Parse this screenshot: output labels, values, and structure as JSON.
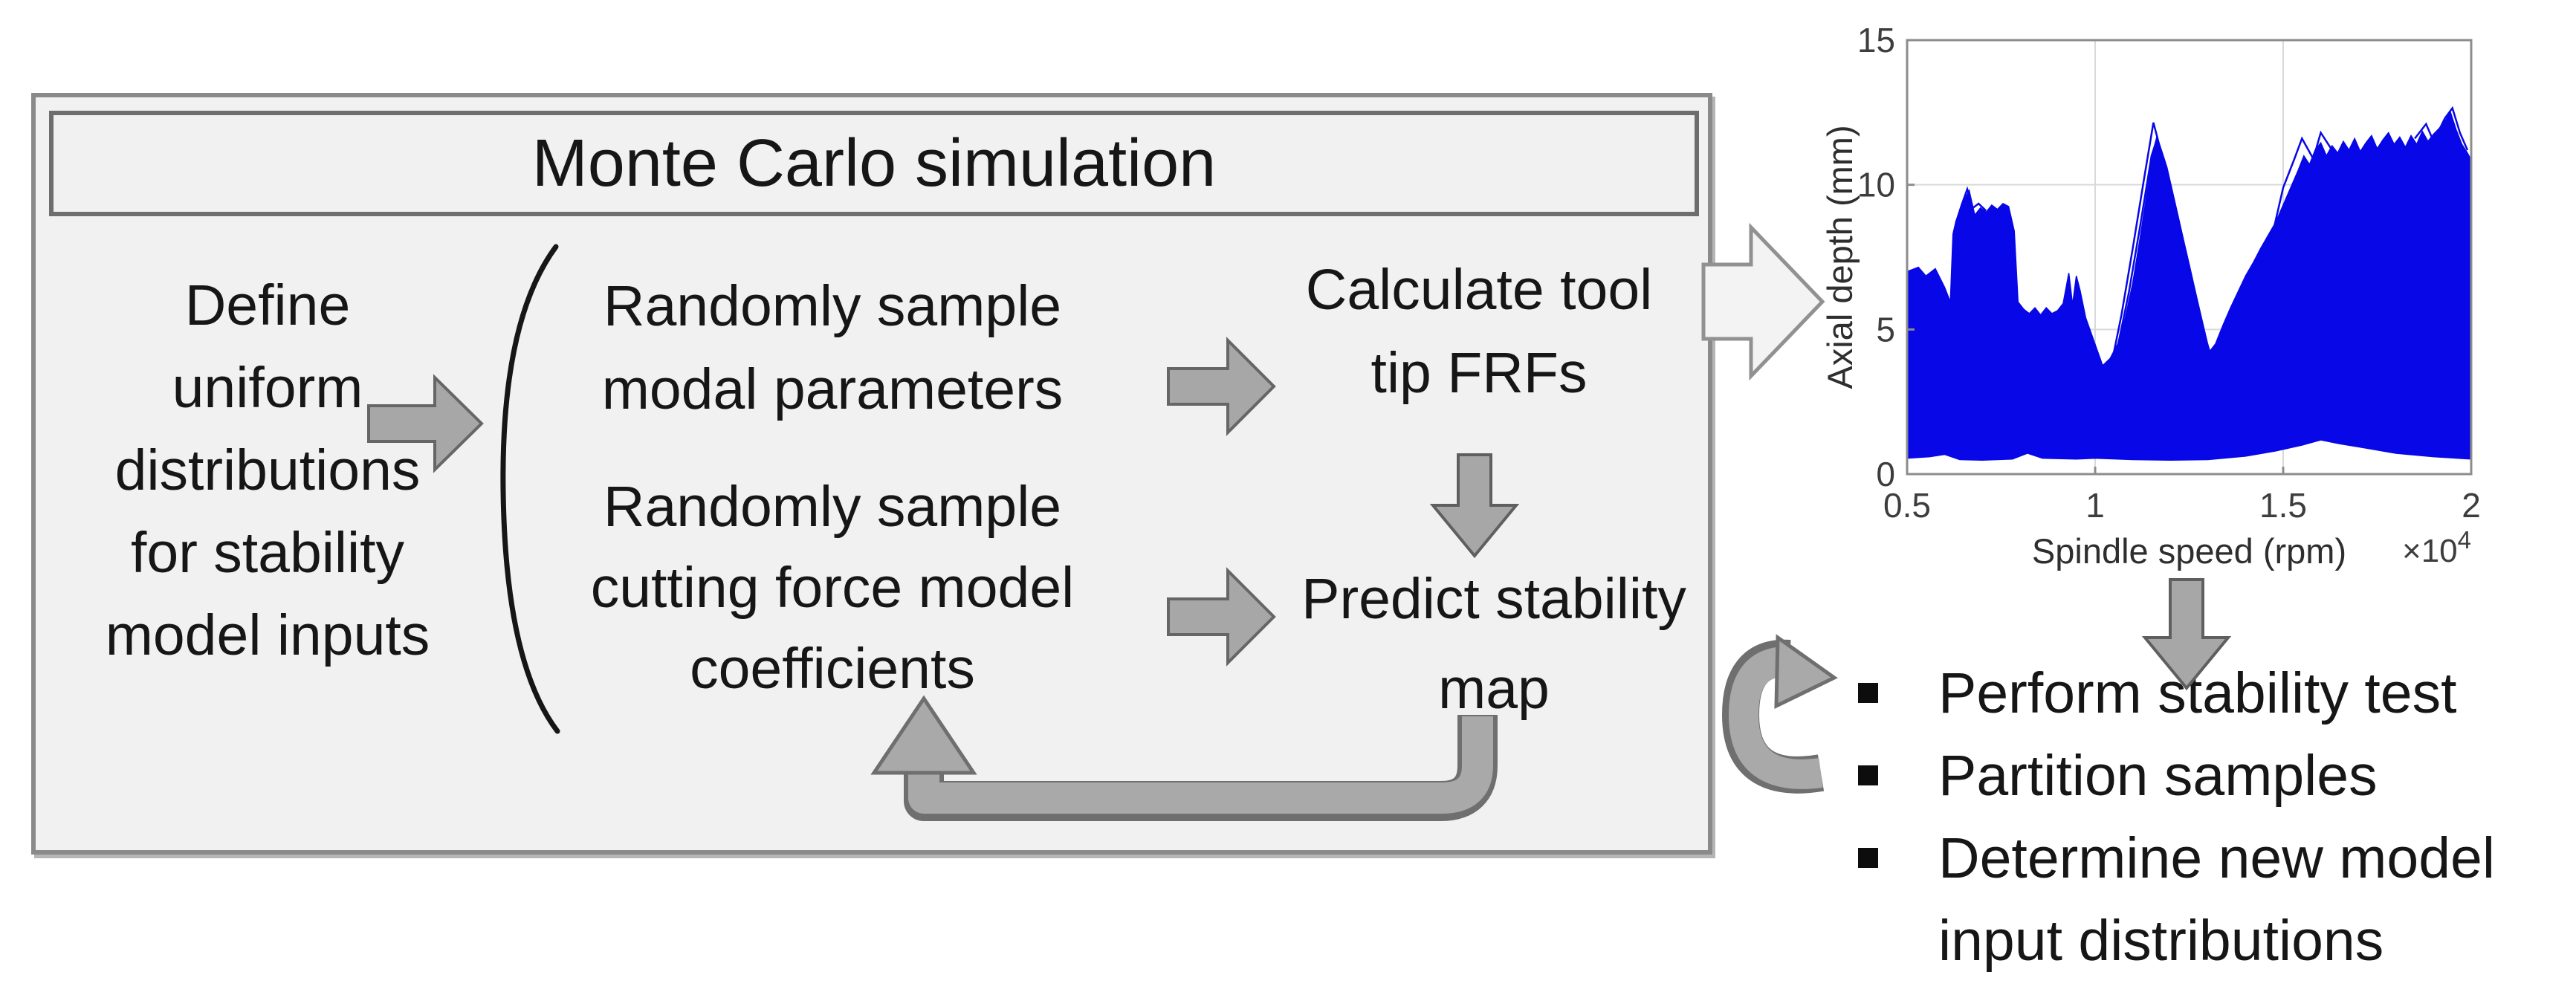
{
  "diagram": {
    "title": "Monte Carlo simulation",
    "define_block": {
      "lines": [
        "Define",
        "uniform",
        "distributions",
        "for stability",
        "model inputs"
      ]
    },
    "sample_modal_block": {
      "lines": [
        "Randomly sample",
        "modal parameters"
      ]
    },
    "sample_cutting_block": {
      "lines": [
        "Randomly sample",
        "cutting force model",
        "coefficients"
      ]
    },
    "calculate_block": {
      "lines": [
        "Calculate tool",
        "tip FRFs"
      ]
    },
    "predict_block": {
      "lines": [
        "Predict stability",
        "map"
      ]
    },
    "bullets": [
      "Perform stability test",
      "Partition samples",
      "Determine new model input distributions"
    ],
    "colors": {
      "box_fill": "#f1f1f1",
      "box_border": "#8a8a8a",
      "title_border": "#6e6e6e",
      "small_arrow_fill": "#a7a7a7",
      "small_arrow_stroke": "#666666",
      "big_arrow_fill": "#f3f3f3",
      "big_arrow_stroke": "#919191",
      "loop_arrow_fill": "#a9a9a9",
      "loop_arrow_stroke": "#6f6f6f",
      "text": "#161616",
      "bullet_square": "#0d0d0d"
    }
  },
  "chart_data": {
    "type": "area",
    "title": "",
    "xlabel": "Spindle speed (rpm)",
    "ylabel": "Axial depth (mm)",
    "x_exponent_label": "×10",
    "x_exponent_sup": "4",
    "xlim": [
      0.5,
      2
    ],
    "ylim": [
      0,
      15
    ],
    "x_ticks": [
      0.5,
      1,
      1.5,
      2
    ],
    "y_ticks": [
      0,
      5,
      10,
      15
    ],
    "grid": true,
    "series_color": "#0707e8",
    "description": "Envelope of many overlaid Monte Carlo stability-lobe curves (axial depth vs spindle speed)",
    "upper_envelope": [
      [
        0.5,
        7.0
      ],
      [
        0.53,
        7.15
      ],
      [
        0.55,
        6.85
      ],
      [
        0.575,
        7.1
      ],
      [
        0.6,
        6.45
      ],
      [
        0.615,
        5.95
      ],
      [
        0.622,
        8.3
      ],
      [
        0.63,
        8.75
      ],
      [
        0.64,
        9.0
      ],
      [
        0.655,
        9.55
      ],
      [
        0.665,
        9.8
      ],
      [
        0.68,
        8.95
      ],
      [
        0.695,
        9.2
      ],
      [
        0.71,
        9.05
      ],
      [
        0.725,
        9.3
      ],
      [
        0.74,
        9.15
      ],
      [
        0.755,
        9.35
      ],
      [
        0.77,
        9.25
      ],
      [
        0.785,
        8.4
      ],
      [
        0.795,
        5.95
      ],
      [
        0.81,
        5.7
      ],
      [
        0.825,
        5.55
      ],
      [
        0.84,
        5.75
      ],
      [
        0.855,
        5.5
      ],
      [
        0.87,
        5.75
      ],
      [
        0.885,
        5.55
      ],
      [
        0.9,
        5.65
      ],
      [
        0.915,
        5.9
      ],
      [
        0.93,
        6.95
      ],
      [
        0.94,
        5.85
      ],
      [
        0.95,
        6.85
      ],
      [
        0.96,
        6.35
      ],
      [
        0.975,
        5.4
      ],
      [
        0.99,
        4.85
      ],
      [
        1.005,
        4.3
      ],
      [
        1.02,
        3.75
      ],
      [
        1.04,
        4.0
      ],
      [
        1.06,
        4.5
      ],
      [
        1.08,
        5.4
      ],
      [
        1.1,
        6.6
      ],
      [
        1.12,
        8.2
      ],
      [
        1.14,
        9.9
      ],
      [
        1.155,
        11.2
      ],
      [
        1.165,
        11.7
      ],
      [
        1.175,
        11.1
      ],
      [
        1.19,
        10.4
      ],
      [
        1.21,
        9.3
      ],
      [
        1.23,
        8.1
      ],
      [
        1.25,
        7.0
      ],
      [
        1.27,
        5.9
      ],
      [
        1.29,
        4.9
      ],
      [
        1.305,
        4.25
      ],
      [
        1.32,
        4.5
      ],
      [
        1.34,
        5.15
      ],
      [
        1.36,
        5.75
      ],
      [
        1.38,
        6.3
      ],
      [
        1.4,
        6.85
      ],
      [
        1.42,
        7.3
      ],
      [
        1.44,
        7.8
      ],
      [
        1.46,
        8.25
      ],
      [
        1.48,
        8.7
      ],
      [
        1.5,
        9.3
      ],
      [
        1.52,
        9.9
      ],
      [
        1.54,
        10.5
      ],
      [
        1.555,
        11.0
      ],
      [
        1.57,
        10.7
      ],
      [
        1.585,
        11.2
      ],
      [
        1.6,
        11.45
      ],
      [
        1.615,
        11.0
      ],
      [
        1.63,
        11.35
      ],
      [
        1.645,
        11.1
      ],
      [
        1.66,
        11.5
      ],
      [
        1.675,
        11.2
      ],
      [
        1.69,
        11.6
      ],
      [
        1.705,
        11.15
      ],
      [
        1.72,
        11.45
      ],
      [
        1.735,
        11.7
      ],
      [
        1.75,
        11.25
      ],
      [
        1.765,
        11.55
      ],
      [
        1.78,
        11.8
      ],
      [
        1.795,
        11.4
      ],
      [
        1.81,
        11.65
      ],
      [
        1.825,
        11.3
      ],
      [
        1.84,
        11.7
      ],
      [
        1.855,
        11.4
      ],
      [
        1.87,
        11.85
      ],
      [
        1.885,
        11.5
      ],
      [
        1.9,
        11.75
      ],
      [
        1.915,
        11.95
      ],
      [
        1.93,
        12.2
      ],
      [
        1.945,
        12.5
      ],
      [
        1.96,
        11.9
      ],
      [
        1.975,
        11.4
      ],
      [
        1.99,
        11.1
      ],
      [
        2.0,
        10.85
      ]
    ],
    "lower_envelope": [
      [
        0.5,
        0.55
      ],
      [
        0.56,
        0.6
      ],
      [
        0.6,
        0.68
      ],
      [
        0.64,
        0.5
      ],
      [
        0.7,
        0.48
      ],
      [
        0.78,
        0.52
      ],
      [
        0.82,
        0.72
      ],
      [
        0.86,
        0.55
      ],
      [
        0.95,
        0.52
      ],
      [
        1.0,
        0.55
      ],
      [
        1.1,
        0.5
      ],
      [
        1.2,
        0.48
      ],
      [
        1.3,
        0.5
      ],
      [
        1.4,
        0.62
      ],
      [
        1.48,
        0.8
      ],
      [
        1.55,
        1.0
      ],
      [
        1.6,
        1.18
      ],
      [
        1.65,
        1.05
      ],
      [
        1.72,
        0.9
      ],
      [
        1.8,
        0.72
      ],
      [
        1.9,
        0.6
      ],
      [
        2.0,
        0.52
      ]
    ],
    "strand_lines": [
      [
        [
          1.045,
          3.9
        ],
        [
          1.07,
          5.5
        ],
        [
          1.1,
          7.8
        ],
        [
          1.13,
          10.2
        ],
        [
          1.155,
          12.15
        ],
        [
          1.17,
          11.4
        ],
        [
          1.19,
          10.6
        ],
        [
          1.22,
          8.9
        ],
        [
          1.26,
          6.6
        ],
        [
          1.3,
          4.4
        ]
      ],
      [
        [
          1.06,
          4.4
        ],
        [
          1.09,
          6.3
        ],
        [
          1.12,
          8.6
        ],
        [
          1.15,
          11.0
        ],
        [
          1.165,
          11.6
        ],
        [
          1.185,
          10.8
        ],
        [
          1.21,
          9.4
        ],
        [
          1.25,
          7.2
        ],
        [
          1.29,
          4.9
        ]
      ],
      [
        [
          1.43,
          6.9
        ],
        [
          1.47,
          8.2
        ],
        [
          1.5,
          9.9
        ],
        [
          1.53,
          10.9
        ],
        [
          1.55,
          11.6
        ],
        [
          1.58,
          10.9
        ],
        [
          1.6,
          11.8
        ],
        [
          1.63,
          11.2
        ]
      ],
      [
        [
          1.85,
          11.6
        ],
        [
          1.88,
          12.1
        ],
        [
          1.9,
          11.5
        ],
        [
          1.93,
          12.3
        ],
        [
          1.95,
          12.65
        ],
        [
          1.97,
          11.8
        ],
        [
          1.99,
          11.2
        ]
      ],
      [
        [
          0.63,
          8.7
        ],
        [
          0.645,
          9.3
        ],
        [
          0.66,
          9.85
        ],
        [
          0.675,
          9.2
        ],
        [
          0.69,
          9.35
        ],
        [
          0.71,
          9.1
        ]
      ]
    ]
  }
}
